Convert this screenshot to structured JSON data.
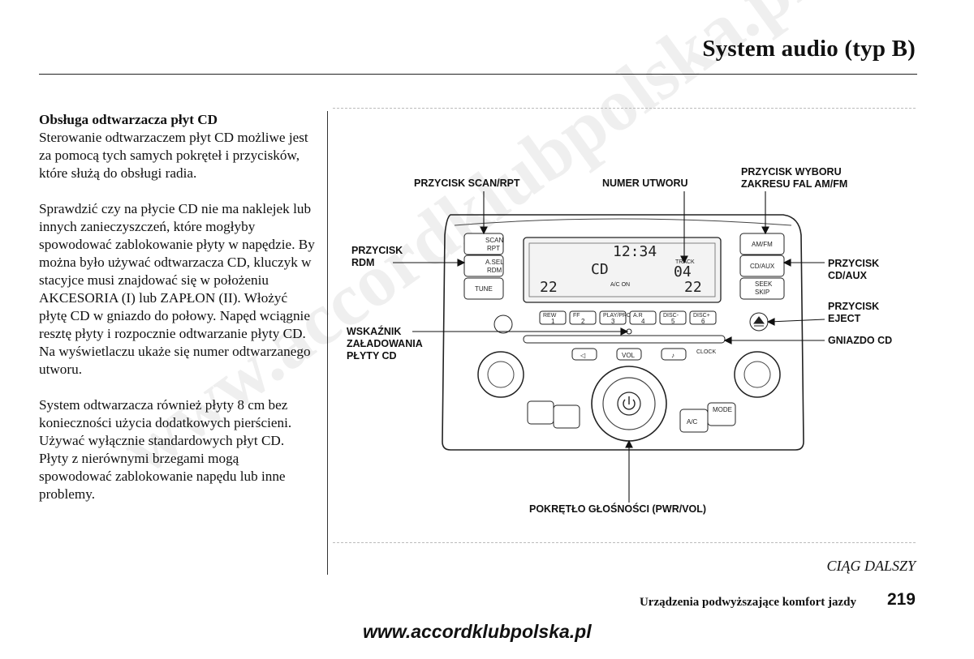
{
  "header": {
    "title": "System audio (typ B)"
  },
  "body": {
    "heading": "Obsługa odtwarzacza płyt CD",
    "paragraphs": [
      "Sterowanie odtwarzaczem płyt CD możliwe jest za pomocą tych samych pokręteł i przycisków, które służą do obsługi radia.",
      "Sprawdzić czy na płycie CD nie ma naklejek lub innych zanieczyszczeń, które mogłyby spowodować zablokowanie płyty w napędzie. By można było używać odtwarzacza CD, kluczyk w stacyjce musi znajdować się w położeniu AKCESORIA (I) lub ZAPŁON (II). Włożyć płytę CD w gniazdo do połowy. Napęd wciągnie resztę płyty i rozpocznie odtwarzanie płyty CD. Na wyświetlaczu ukaże się numer odtwarzanego utworu.",
      "System odtwarzacza również płyty 8 cm bez konieczności użycia dodatkowych pierścieni. Używać wyłącznie standardowych płyt CD. Płyty z nierównymi brzegami mogą spowodować zablokowanie napędu lub inne problemy."
    ]
  },
  "figure": {
    "labels": {
      "scan_rpt": "PRZYCISK SCAN/RPT",
      "track_number": "NUMER UTWORU",
      "band_1": "PRZYCISK WYBORU",
      "band_2": "ZAKRESU FAL AM/FM",
      "rdm_1": "PRZYCISK",
      "rdm_2": "RDM",
      "cdaux_1": "PRZYCISK",
      "cdaux_2": "CD/AUX",
      "eject_1": "PRZYCISK",
      "eject_2": "EJECT",
      "load_1": "WSKAŹNIK",
      "load_2": "ZAŁADOWANIA",
      "load_3": "PŁYTY CD",
      "cd_slot": "GNIAZDO CD",
      "volume_knob": "POKRĘTŁO GŁOŚNOŚCI (PWR/VOL)"
    },
    "display": {
      "clock": "12:34",
      "track_label": "TRACK",
      "mode": "CD",
      "track": "04",
      "temp_left": "22",
      "temp_right": "22",
      "ac_on": "A/C ON"
    },
    "buttons": {
      "scan": "SCAN",
      "rpt": "RPT",
      "asel": "A.SEL",
      "rdm": "RDM",
      "tune": "TUNE",
      "amfm": "AM/FM",
      "cdaux": "CD/AUX",
      "seek": "SEEK",
      "skip": "SKIP",
      "vol": "VOL",
      "ac": "A/C",
      "mode": "MODE",
      "clock": "CLOCK"
    },
    "presets": [
      "1",
      "2",
      "3",
      "4",
      "5",
      "6"
    ],
    "preset_tops": [
      "REW",
      "FF",
      "PLAY/PROG",
      "A.R",
      "DISC-",
      "DISC+"
    ]
  },
  "continued": "CIĄG DALSZY",
  "footer": {
    "section": "Urządzenia podwyższające komfort jazdy",
    "page": "219",
    "site": "www.accordklubpolska.pl"
  },
  "watermark": "www.accordklubpolska.pl"
}
